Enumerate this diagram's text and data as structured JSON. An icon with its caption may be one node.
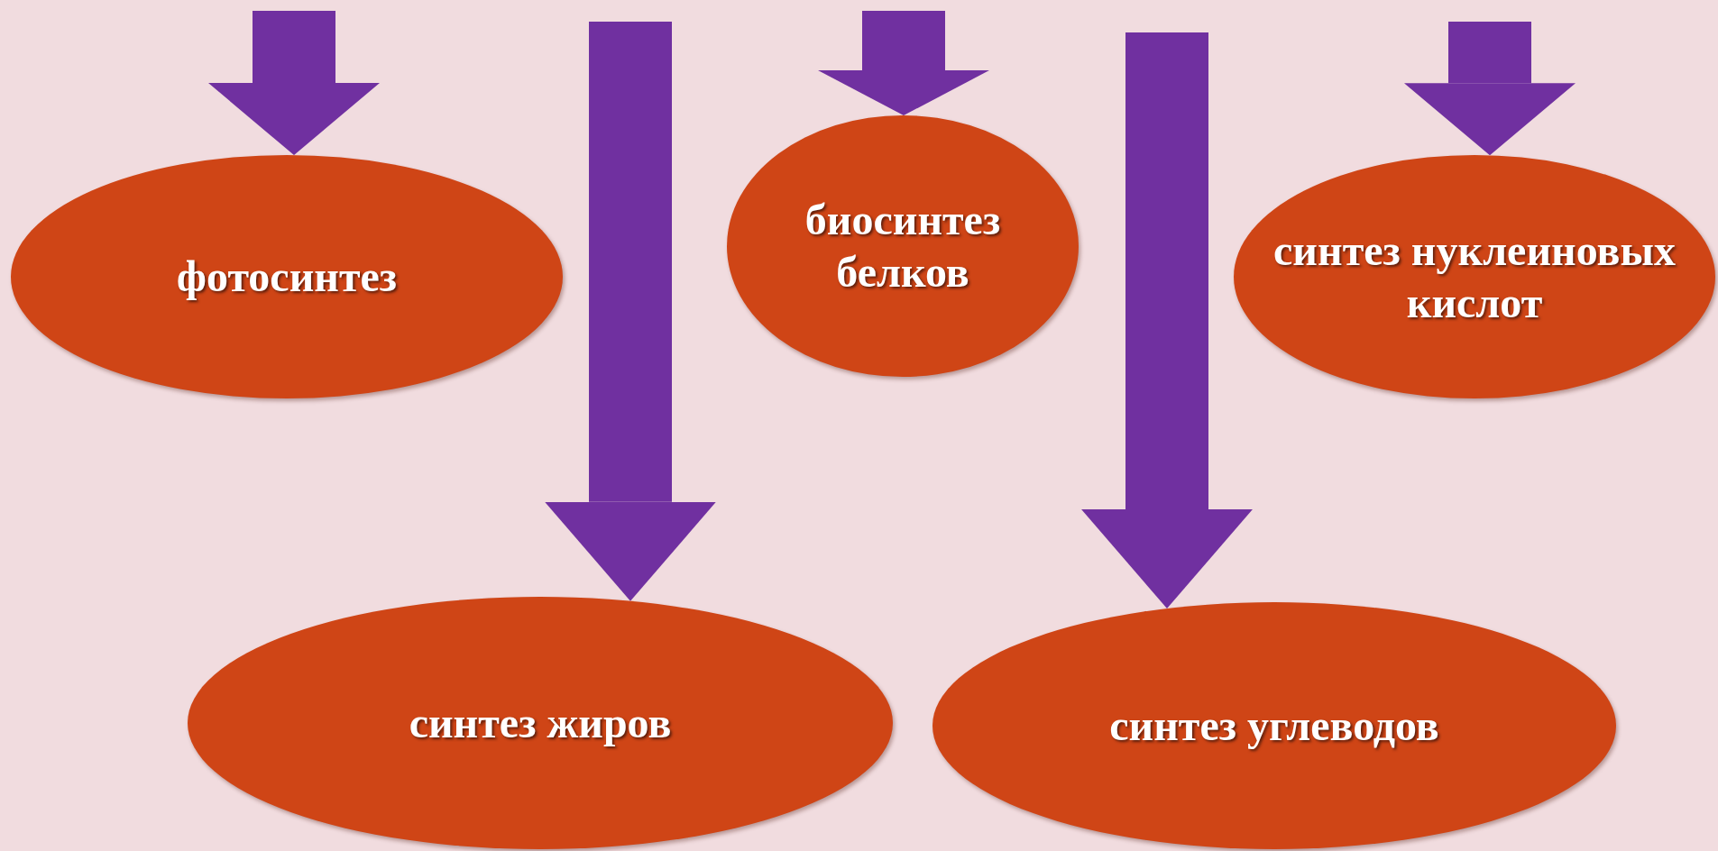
{
  "diagram": {
    "nodes": [
      {
        "text": [
          "фотосинтез"
        ]
      },
      {
        "text": [
          "биосинтез белков"
        ]
      },
      {
        "text": [
          "синтез нуклеиновых кислот"
        ]
      },
      {
        "text": [
          "синтез жиров"
        ]
      },
      {
        "text": [
          "синтез углеводов"
        ]
      }
    ],
    "edges": [
      {
        "from": null,
        "to": 0,
        "arrow": "to"
      },
      {
        "from": null,
        "to": 3,
        "arrow": "to"
      },
      {
        "from": null,
        "to": 1,
        "arrow": "to"
      },
      {
        "from": null,
        "to": 4,
        "arrow": "to"
      },
      {
        "from": null,
        "to": 2,
        "arrow": "to"
      }
    ]
  }
}
